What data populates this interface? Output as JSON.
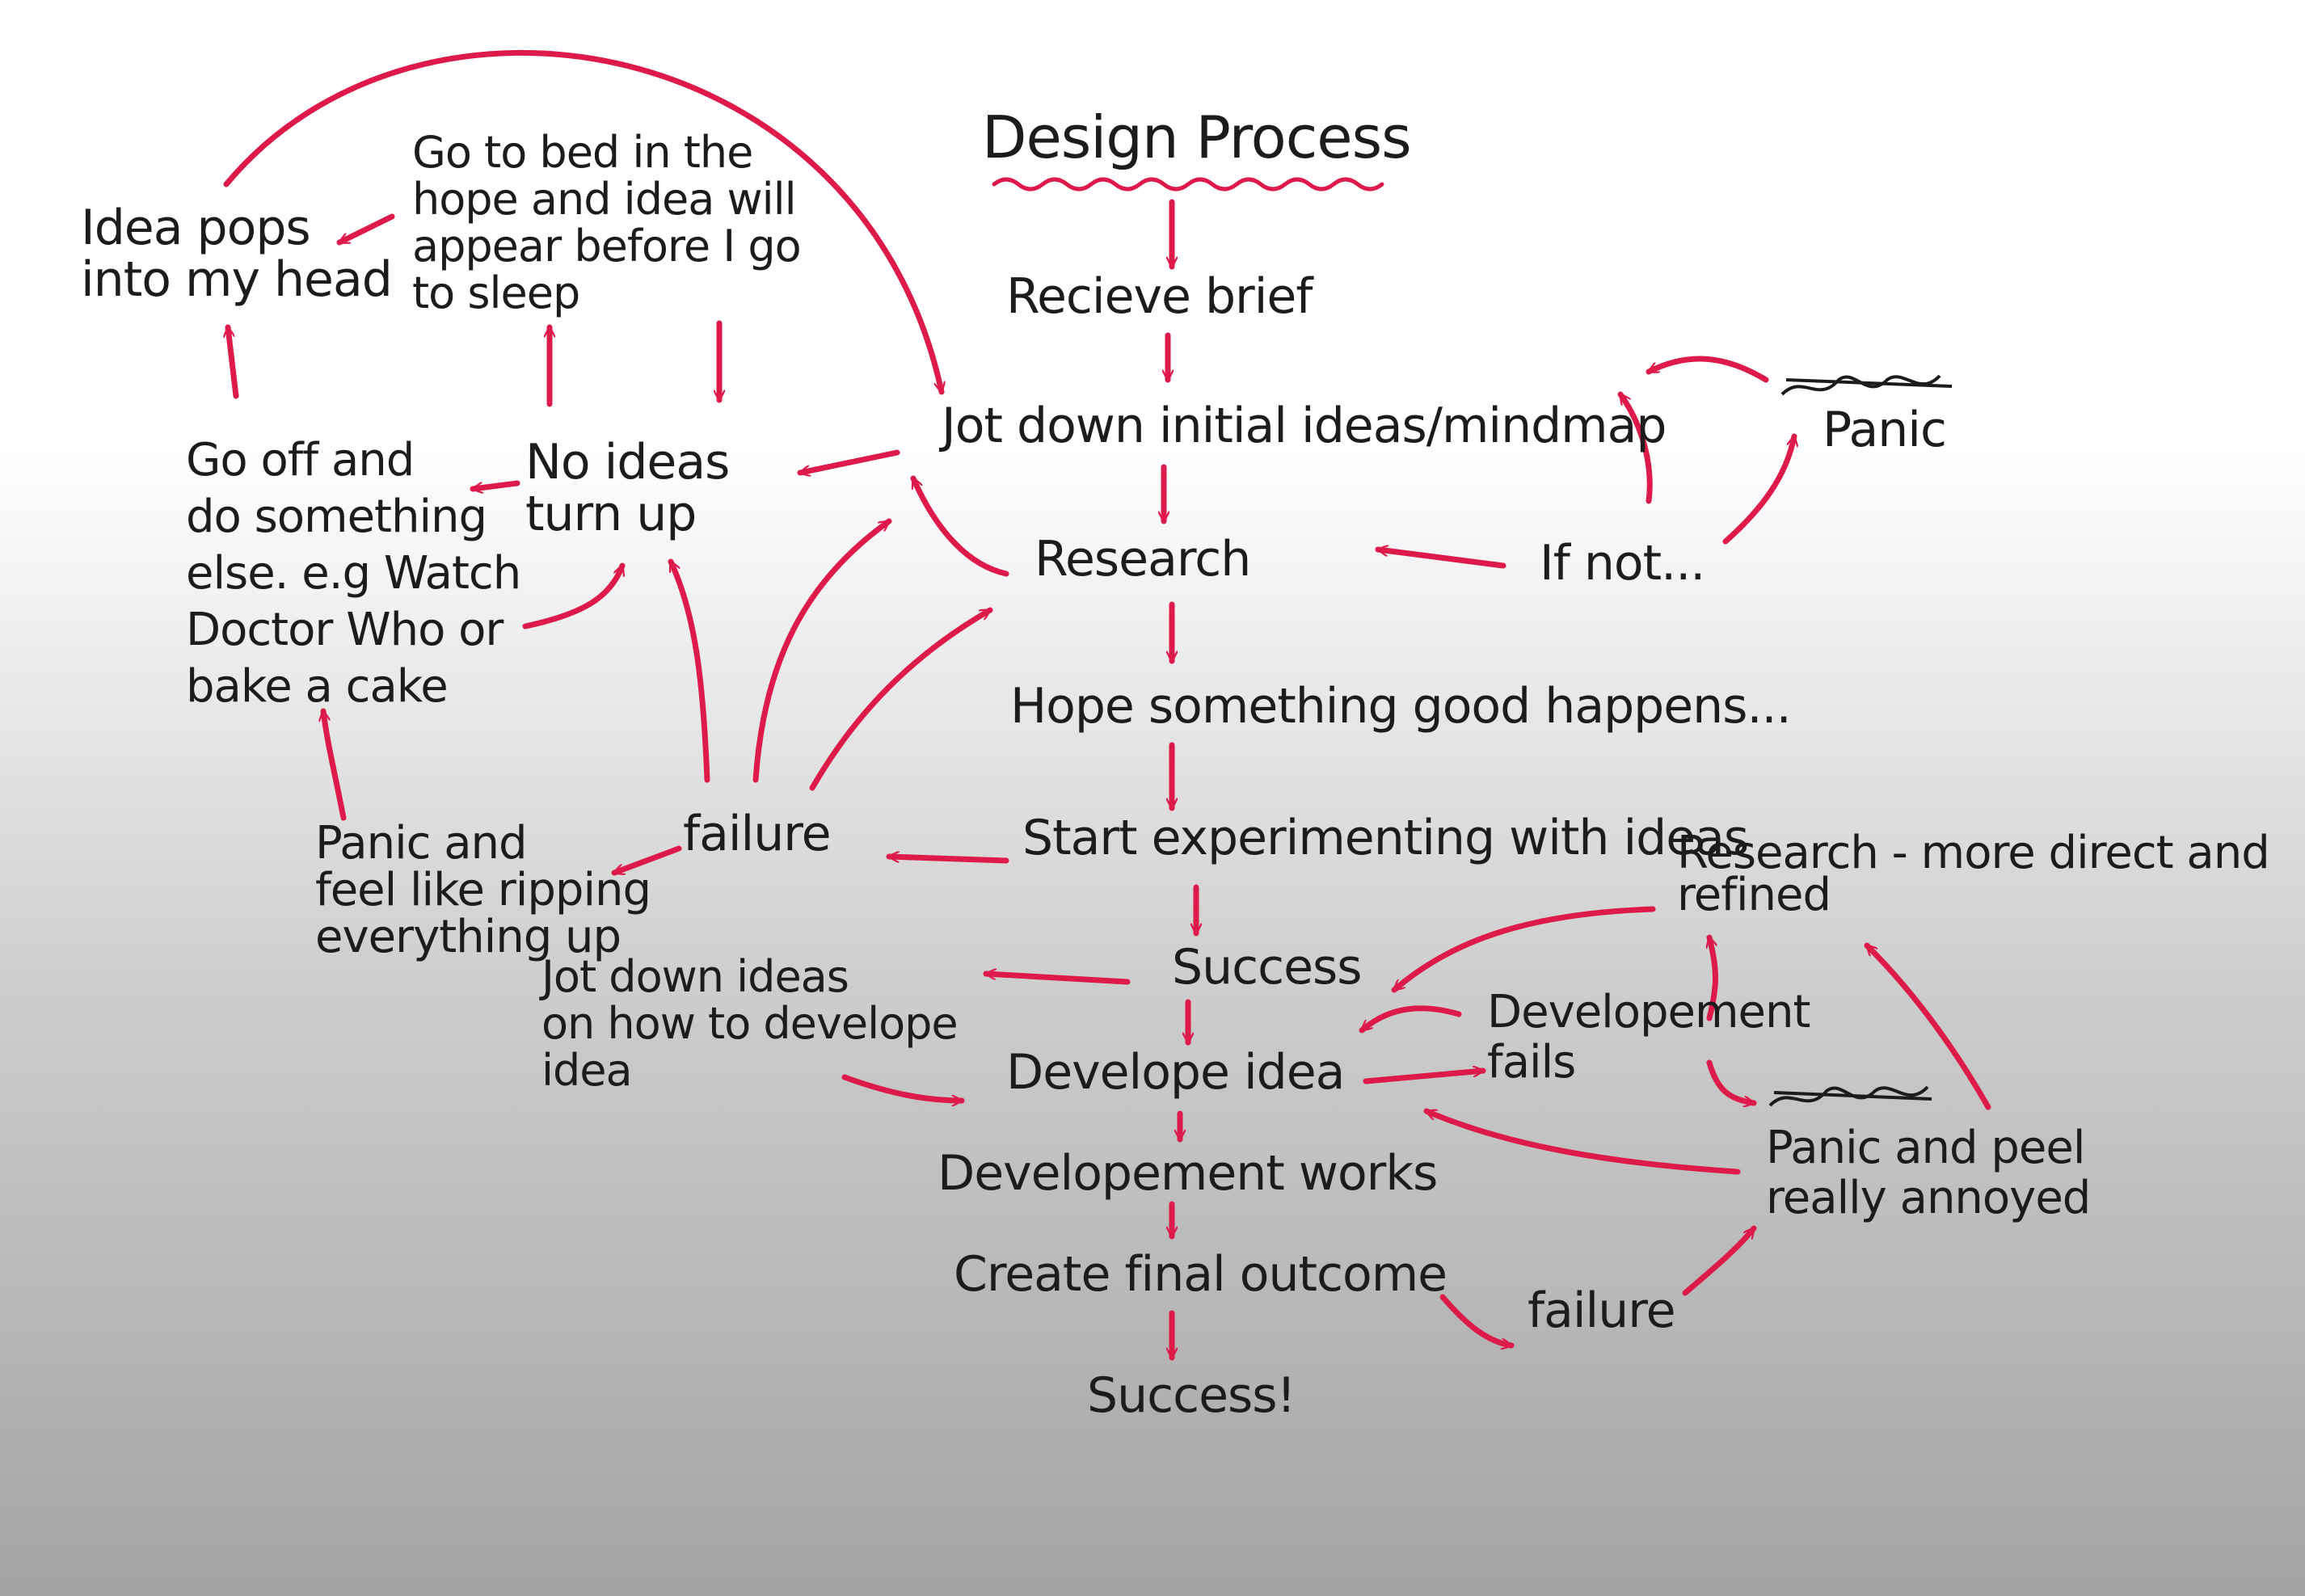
{
  "accent_color": "#dd1a4a",
  "ink_color": "#1c1c1c",
  "title": "Design Process",
  "nodes": {
    "recieve_brief": "Recieve brief",
    "jot_down_initial": "Jot down initial ideas/mindmap",
    "research": "Research",
    "hope_good": "Hope something good happens...",
    "start_experimenting": "Start experimenting with ideas",
    "success_1": "Success",
    "develope_idea": "Develope idea",
    "developement_works": "Developement works",
    "create_final": "Create final outcome",
    "success_final": "Success!",
    "panic_top": "Panic",
    "if_not": "If not...",
    "no_ideas": "No ideas\nturn up",
    "go_to_bed": "Go to bed in the\nhope and idea will\nappear before I go\nto sleep",
    "idea_pops": "Idea pops\ninto my head",
    "go_off": "Go off and\ndo something\nelse. e.g Watch\nDoctor Who or\nbake a cake",
    "failure_left": "failure",
    "panic_ripping": "Panic and\nfeel like ripping\neverything up",
    "jot_down_develope": "Jot down ideas\non how to develope\nidea",
    "developement_fails": "Developement\nfails",
    "research_refined": "Research - more direct and\nrefined",
    "panic_annoyed": "Panic and peel\nreally annoyed",
    "failure_bottom": "failure"
  },
  "scribbles": {
    "top": "Panic",
    "right": "Panic"
  }
}
